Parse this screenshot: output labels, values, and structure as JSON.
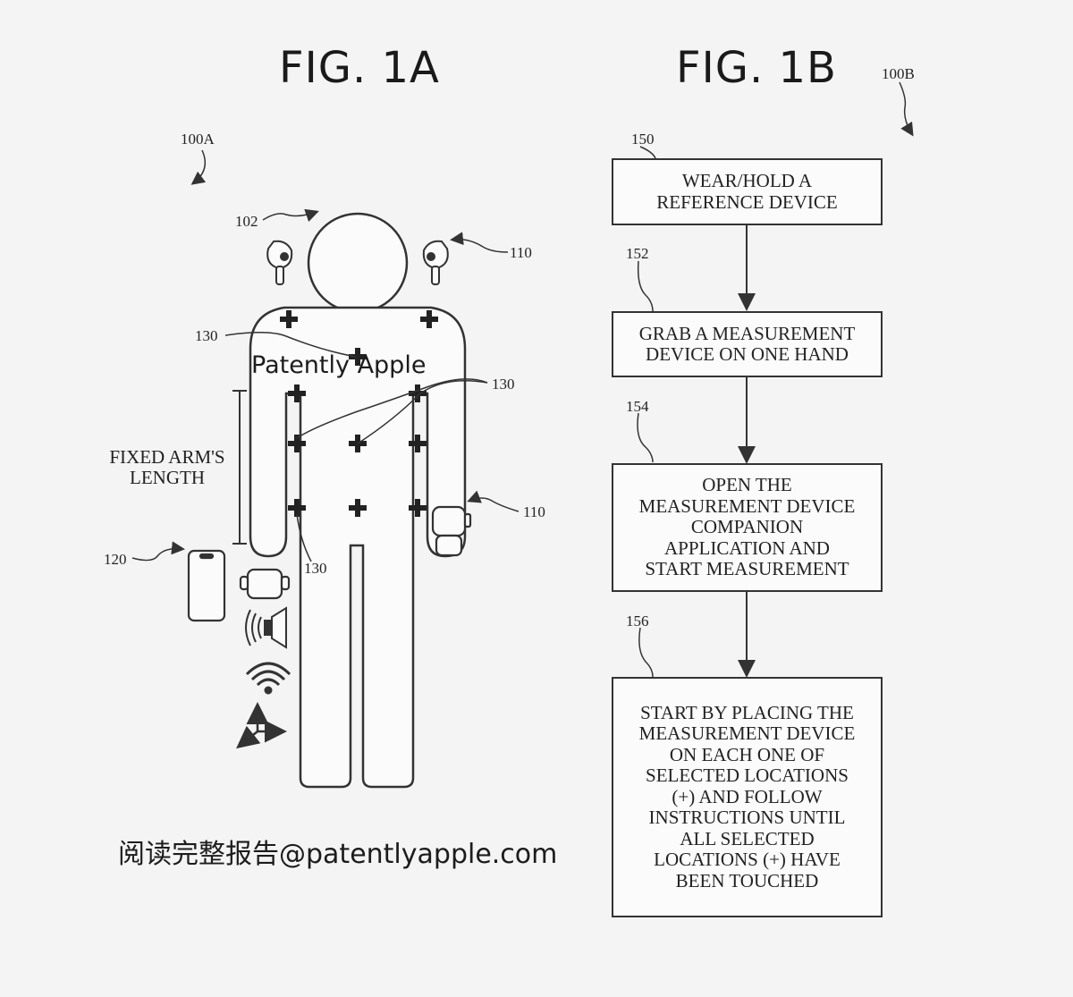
{
  "fig_1a": {
    "title": "FIG. 1A",
    "ref_figure": "100A",
    "ref_head": "102",
    "ref_earbuds": "110",
    "ref_joints_left": "130",
    "ref_joints_right": "130",
    "ref_joints_bottom": "130",
    "ref_watch": "110",
    "ref_phone": "120",
    "arm_length_label_line1": "FIXED ARM'S",
    "arm_length_label_line2": "LENGTH"
  },
  "fig_1b": {
    "title": "FIG. 1B",
    "ref_figure": "100B",
    "steps": [
      {
        "ref": "150",
        "text": "WEAR/HOLD A\nREFERENCE DEVICE"
      },
      {
        "ref": "152",
        "text": "GRAB A MEASUREMENT\nDEVICE ON ONE HAND"
      },
      {
        "ref": "154",
        "text": "OPEN THE\nMEASUREMENT DEVICE\nCOMPANION\nAPPLICATION AND\nSTART MEASUREMENT"
      },
      {
        "ref": "156",
        "text": "START BY PLACING THE\nMEASUREMENT DEVICE\nON EACH ONE OF\nSELECTED LOCATIONS\n(+) AND FOLLOW\nINSTRUCTIONS UNTIL\nALL SELECTED\nLOCATIONS (+) HAVE\nBEEN TOUCHED"
      }
    ]
  },
  "watermark": {
    "inline": "Patently Apple",
    "footer": "阅读完整报告@patentlyapple.com"
  },
  "colors": {
    "background": "#f4f4f4",
    "line": "#333333"
  }
}
